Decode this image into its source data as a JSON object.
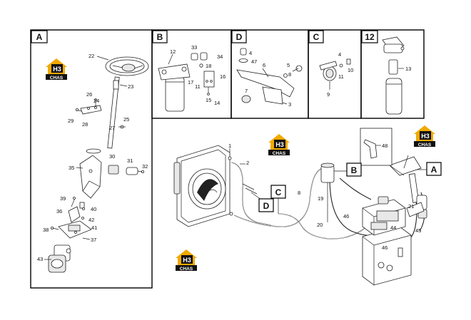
{
  "panels": {
    "A": {
      "label": "A",
      "callouts": [
        "22",
        "23",
        "26",
        "24",
        "29",
        "28",
        "25",
        "27",
        "30",
        "31",
        "35",
        "32",
        "39",
        "40",
        "36",
        "42",
        "38",
        "41",
        "37",
        "43"
      ]
    },
    "B": {
      "label": "B",
      "callouts": [
        "12",
        "33",
        "34",
        "18",
        "17",
        "11",
        "16",
        "15",
        "14"
      ]
    },
    "D": {
      "label": "D",
      "callouts": [
        "4",
        "47",
        "6",
        "5",
        "7",
        "8",
        "3"
      ]
    },
    "C": {
      "label": "C",
      "callouts": [
        "4",
        "10",
        "11",
        "9"
      ]
    },
    "P12": {
      "label": "12",
      "callouts": [
        "13"
      ]
    }
  },
  "main": {
    "tags": {
      "B": "B",
      "A": "A",
      "C": "C",
      "D": "D"
    },
    "callouts": [
      "1",
      "2",
      "8",
      "19",
      "48",
      "21",
      "46",
      "44",
      "45",
      "20",
      "46"
    ]
  },
  "watermark": {
    "top": "H3",
    "bottom": "CHAS",
    "color": "#f2a900",
    "dark": "#111111"
  }
}
